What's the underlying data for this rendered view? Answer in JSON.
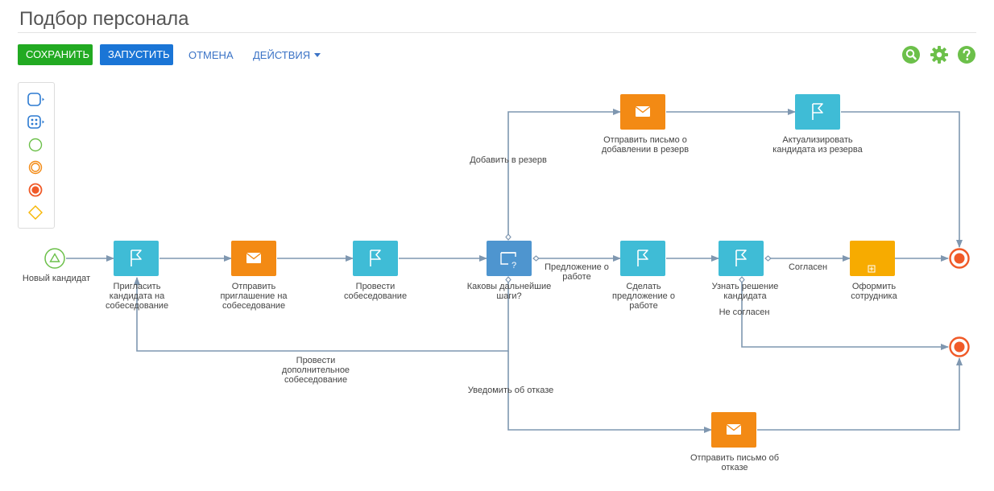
{
  "page": {
    "title": "Подбор персонала"
  },
  "toolbar": {
    "save_label": "СОХРАНИТЬ",
    "run_label": "ЗАПУСТИТЬ",
    "cancel_label": "ОТМЕНА",
    "actions_label": "ДЕЙСТВИЯ"
  },
  "colors": {
    "save": "#22aa22",
    "run": "#1a75d6",
    "link": "#3b73c6",
    "user_task": "#3fbcd6",
    "send_task": "#f38a14",
    "question_task": "#4e95cf",
    "subprocess": "#f7ab00",
    "start_event": "#6cc04a",
    "end_event": "#f05a28",
    "connector": "#7f97b0",
    "tool_icon": "#6cc04a"
  },
  "tools": {
    "search_icon": "search-icon",
    "settings_icon": "gear-icon",
    "help_icon": "help-icon"
  },
  "palette": [
    "task-icon",
    "subprocess-icon",
    "start-event-icon",
    "intermediate-event-icon",
    "end-event-icon",
    "gateway-icon"
  ],
  "diagram": {
    "start": {
      "label": "Новый кандидат"
    },
    "invite": {
      "label": "Пригласить кандидата на собеседование"
    },
    "send_invite": {
      "label": "Отправить приглашение на собеседование"
    },
    "interview": {
      "label": "Провести собеседование"
    },
    "next_steps": {
      "label": "Каковы дальнейшие шаги?"
    },
    "offer": {
      "label": "Сделать предложение о работе"
    },
    "decision": {
      "label": "Узнать решение кандидата"
    },
    "hire": {
      "label": "Оформить сотрудника"
    },
    "reserve_mail": {
      "label": "Отправить письмо о добавлении в резерв"
    },
    "update_reserve": {
      "label": "Актуализировать кандидата из резерва"
    },
    "reject_mail": {
      "label": "Отправить письмо об отказе"
    },
    "flows": {
      "to_reserve": "Добавить в резерв",
      "to_offer": "Предложение о работе",
      "agreed": "Согласен",
      "not_agreed": "Не согласен",
      "extra_interview": "Провести дополнительное собеседование",
      "notify_reject": "Уведомить об отказе"
    }
  }
}
